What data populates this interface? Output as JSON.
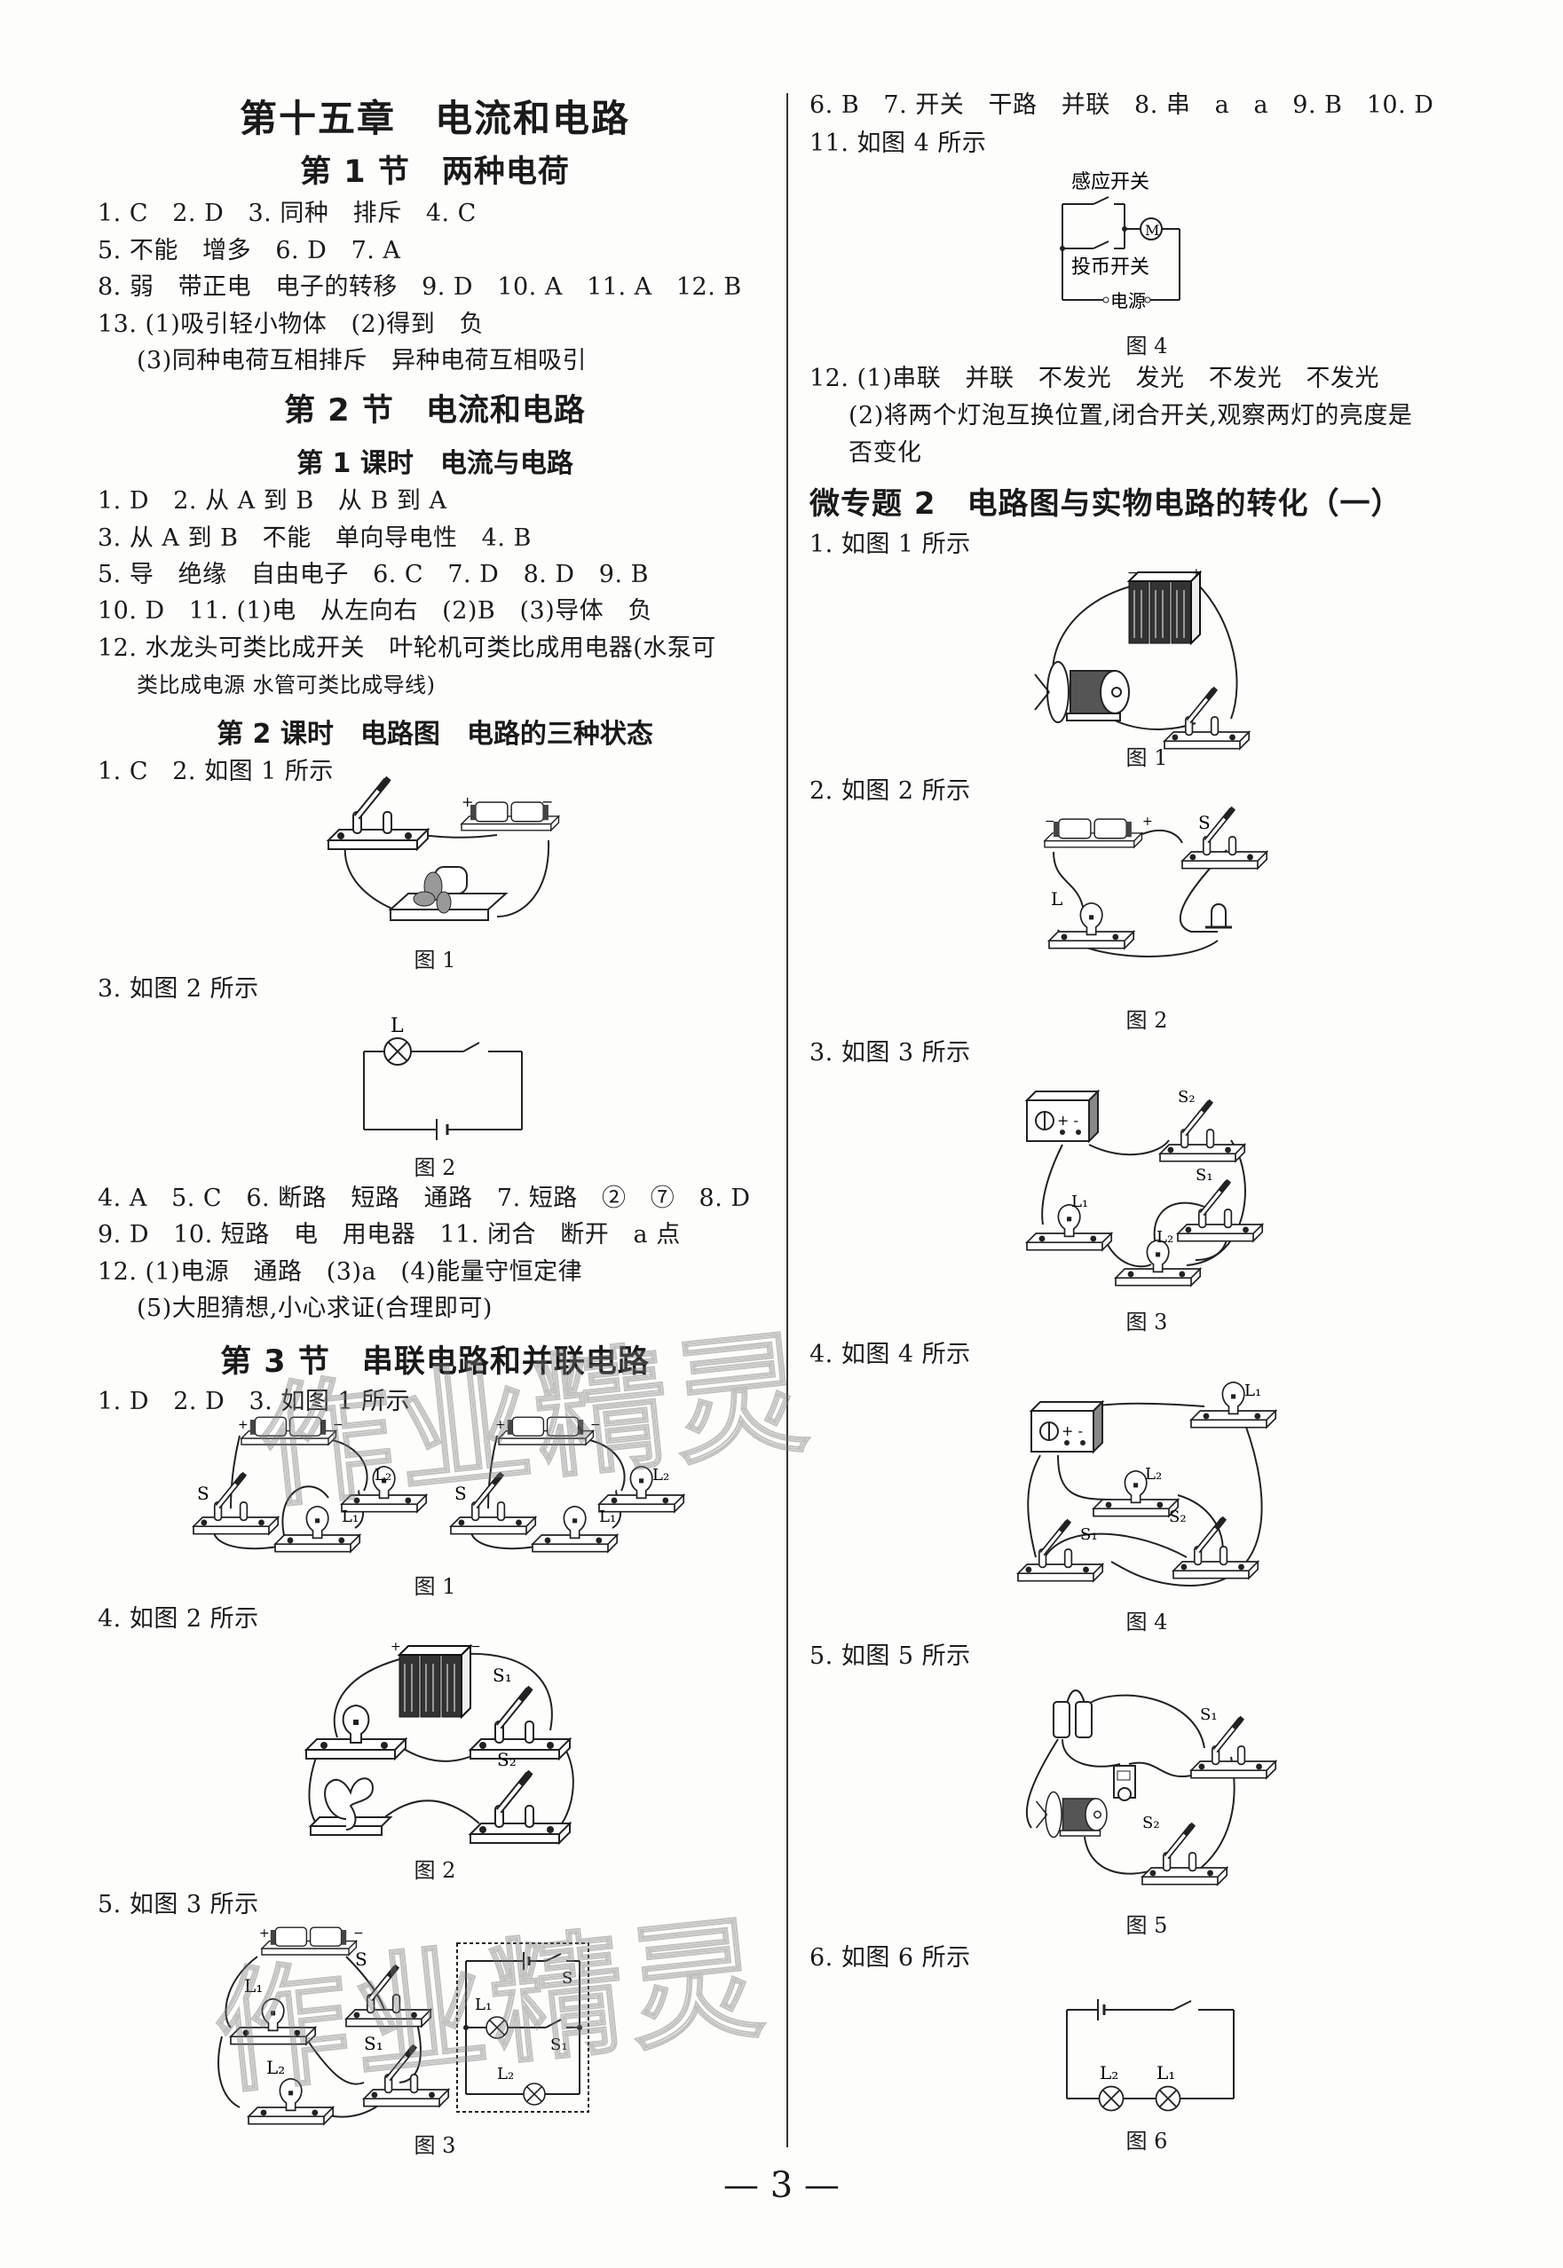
{
  "left": {
    "chapter_title": "第十五章　电流和电路",
    "section1": {
      "title": "第 1 节　两种电荷",
      "lines": [
        "1. C   2. D   3. 同种   排斥   4. C",
        "5. 不能   增多   6. D   7. A",
        "8. 弱   带正电   电子的转移   9. D   10. A   11. A   12. B",
        "13. (1)吸引轻小物体   (2)得到   负",
        "(3)同种电荷互相排斥   异种电荷互相吸引"
      ]
    },
    "section2": {
      "title": "第 2 节　电流和电路",
      "lesson1": {
        "title": "第 1 课时　电流与电路",
        "lines": [
          "1. D   2. 从 A 到 B   从 B 到 A",
          "3. 从 A 到 B   不能   单向导电性   4. B",
          "5. 导   绝缘   自由电子   6. C   7. D   8. D   9. B",
          "10. D   11. (1)电   从左向右   (2)B   (3)导体   负",
          "12. 水龙头可类比成开关   叶轮机可类比成用电器(水泵可",
          "类比成电源 水管可类比成导线)"
        ]
      },
      "lesson2": {
        "title": "第 2 课时　电路图　电路的三种状态",
        "line1": "1. C   2. 如图 1 所示",
        "fig1_caption": "图 1",
        "line2": "3. 如图 2 所示",
        "fig2_caption": "图 2",
        "fig2_labels": {
          "lamp": "L"
        },
        "lines": [
          "4. A   5. C   6. 断路   短路   通路   7. 短路   ②   ⑦   8. D",
          "9. D   10. 短路   电   用电器   11. 闭合   断开   a 点",
          "12. (1)电源   通路   (3)a   (4)能量守恒定律",
          "(5)大胆猜想,小心求证(合理即可)"
        ]
      }
    },
    "section3": {
      "title": "第 3 节　串联电路和并联电路",
      "line1": "1. D   2. D   3. 如图 1 所示",
      "fig1_caption": "图 1",
      "fig1_labels": {
        "switch": "S",
        "lamp1": "L₁",
        "lamp2": "L₂"
      },
      "line2": "4. 如图 2 所示",
      "fig2_caption": "图 2",
      "fig2_labels": {
        "switch1": "S₁",
        "switch2": "S₂"
      },
      "line3": "5. 如图 3 所示",
      "fig3_caption": "图 3",
      "fig3_labels": {
        "switch": "S",
        "switch1": "S₁",
        "lamp1": "L₁",
        "lamp2": "L₂"
      }
    }
  },
  "right": {
    "lines_top": [
      "6. B   7. 开关   干路   并联   8. 串   a   a   9. B   10. D",
      "11. 如图 4 所示"
    ],
    "fig4": {
      "caption": "图 4",
      "sensor_switch": "感应开关",
      "coin_switch": "投币开关",
      "power": "电源",
      "motor": "M"
    },
    "lines_mid": [
      "12. (1)串联   并联   不发光   发光   不发光   不发光",
      "(2)将两个灯泡互换位置,闭合开关,观察两灯的亮度是",
      "否变化"
    ],
    "topic": {
      "title": "微专题 2　电路图与实物电路的转化（一）",
      "items": [
        {
          "text": "1. 如图 1 所示",
          "caption": "图 1"
        },
        {
          "text": "2. 如图 2 所示",
          "caption": "图 2",
          "labels": {
            "switch": "S",
            "lamp": "L"
          }
        },
        {
          "text": "3. 如图 3 所示",
          "caption": "图 3",
          "labels": {
            "switch1": "S₁",
            "switch2": "S₂",
            "lamp1": "L₁",
            "lamp2": "L₂"
          }
        },
        {
          "text": "4. 如图 4 所示",
          "caption": "图 4",
          "labels": {
            "switch1": "S₁",
            "switch2": "S₂",
            "lamp1": "L₁",
            "lamp2": "L₂"
          }
        },
        {
          "text": "5. 如图 5 所示",
          "caption": "图 5",
          "labels": {
            "switch1": "S₁",
            "switch2": "S₂"
          }
        },
        {
          "text": "6. 如图 6 所示",
          "caption": "图 6",
          "labels": {
            "lamp1": "L₁",
            "lamp2": "L₂"
          }
        }
      ]
    }
  },
  "footer": {
    "page_number": "— 3 —"
  },
  "watermark": {
    "text": "作业精灵"
  }
}
